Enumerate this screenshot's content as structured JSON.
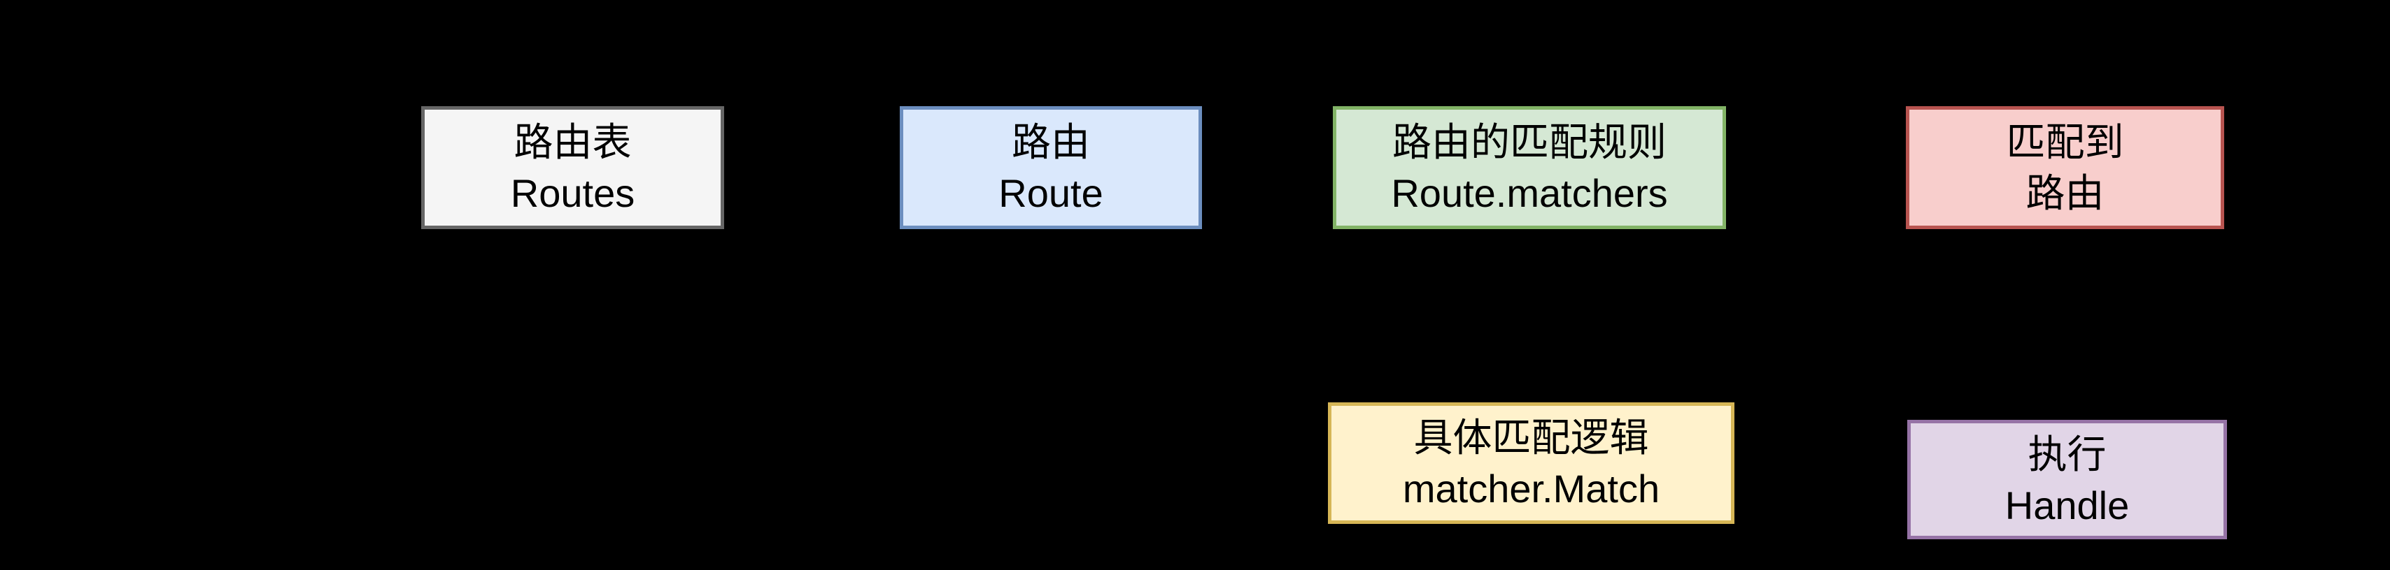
{
  "diagram": {
    "background_color": "#000000",
    "text_color": "#000000",
    "nodes": [
      {
        "id": "routes",
        "line1": "路由表",
        "line2": "Routes",
        "fill": "#F5F5F5",
        "border": "#666666"
      },
      {
        "id": "route",
        "line1": "路由",
        "line2": "Route",
        "fill": "#DAE8FC",
        "border": "#6C8EBF"
      },
      {
        "id": "route-matchers",
        "line1": "路由的匹配规则",
        "line2": "Route.matchers",
        "fill": "#D5E8D4",
        "border": "#82B366"
      },
      {
        "id": "matched-route",
        "line1": "匹配到",
        "line2": "路由",
        "fill": "#F8CECC",
        "border": "#B85450"
      },
      {
        "id": "matcher-match",
        "line1": "具体匹配逻辑",
        "line2": "matcher.Match",
        "fill": "#FFF2CC",
        "border": "#D6B656"
      },
      {
        "id": "handle",
        "line1": "执行",
        "line2": "Handle",
        "fill": "#E1D5E7",
        "border": "#9673A6"
      }
    ]
  }
}
